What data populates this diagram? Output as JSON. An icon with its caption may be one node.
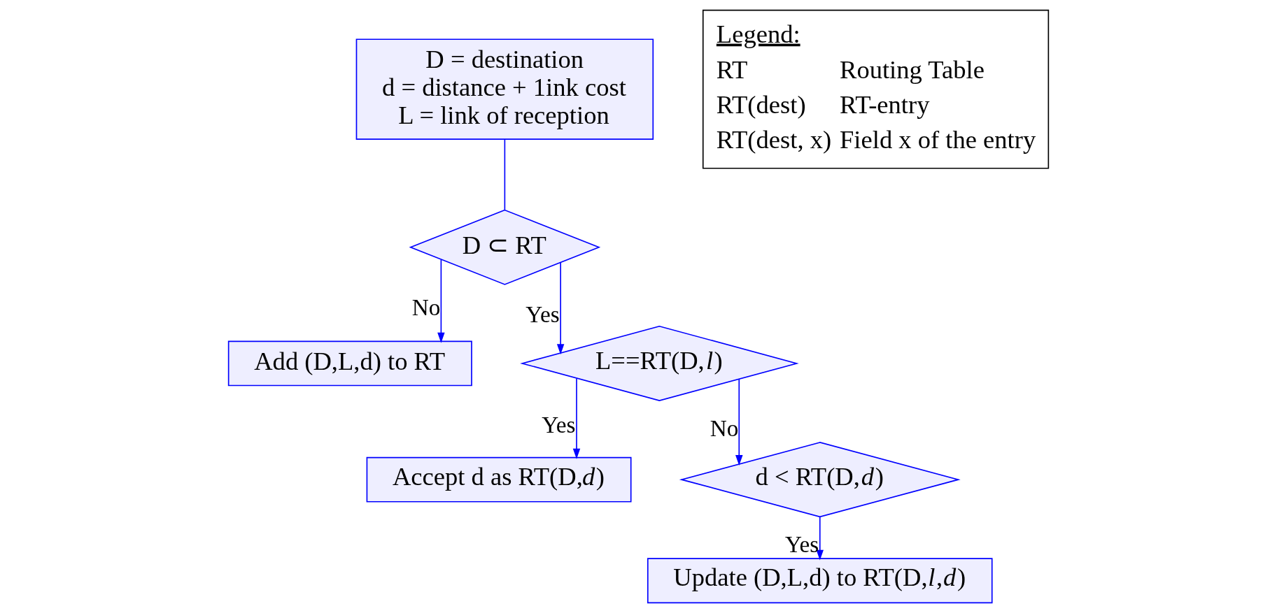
{
  "diagram": {
    "nodes": [
      {
        "text": [
          "D = destination",
          "d = distance + 1ink cost",
          "L = link of reception"
        ]
      },
      {
        "text": [
          "D ⊂ RT"
        ]
      },
      {
        "text": [
          "Add (D,L,d) to RT"
        ]
      },
      {
        "text": [
          "L==RT(D,*l*)"
        ]
      },
      {
        "text": [
          "Accept d as RT(D,*d*)"
        ]
      },
      {
        "text": [
          "d < RT(D,*d*)"
        ]
      },
      {
        "text": [
          "Update (D,L,d) to RT(D,*l*,*d*)"
        ]
      },
      {
        "text": [
          "Legend:",
          "RT",
          "Routing Table",
          "RT(dest)",
          "RT-entry",
          "RT(dest, x)",
          "Field x of the entry"
        ]
      }
    ],
    "edges": [
      {
        "from": 0,
        "to": 1,
        "arrow": "none"
      },
      {
        "from": 1,
        "to": 3,
        "arrow": "to",
        "label": "Yes"
      },
      {
        "from": 1,
        "to": 2,
        "arrow": "to",
        "label": "No"
      },
      {
        "from": 3,
        "to": 5,
        "arrow": "to",
        "label": "No"
      },
      {
        "from": 3,
        "to": 4,
        "arrow": "to",
        "label": "Yes"
      },
      {
        "from": 5,
        "to": 6,
        "arrow": "to",
        "label": "Yes"
      }
    ]
  }
}
